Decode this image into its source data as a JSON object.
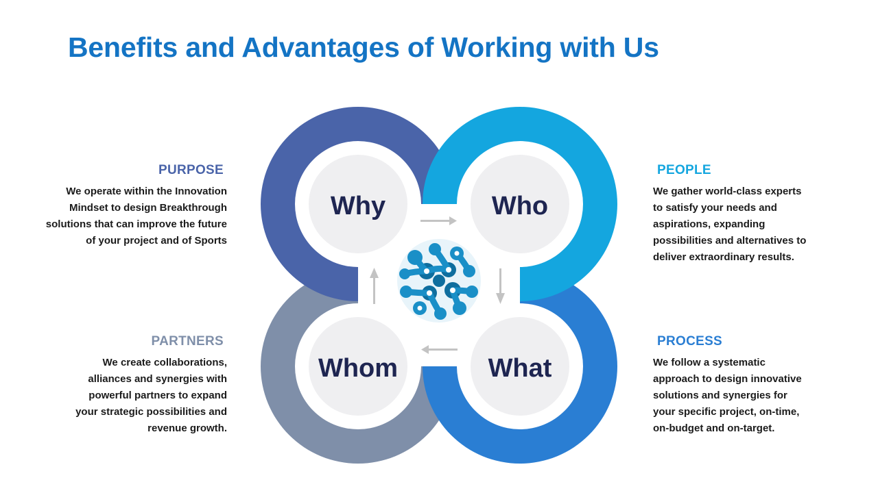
{
  "title": "Benefits and Advantages of Working with Us",
  "colors": {
    "title": "#1474c4",
    "purpose": "#4a64a9",
    "people": "#14a6df",
    "process": "#2a7ed3",
    "partners": "#7f8fa9",
    "inner_circle": "#efeff1",
    "circle_text": "#1e2551",
    "arrow": "#c3c3c3"
  },
  "circles": {
    "why": "Why",
    "who": "Who",
    "whom": "Whom",
    "what": "What"
  },
  "center_icon": "molecule-sphere-logo",
  "blocks": {
    "purpose": {
      "heading": "PURPOSE",
      "lines": [
        "We operate within the Innovation",
        "Mindset to design Breakthrough",
        "solutions that can improve the future",
        "of your project and of Sports"
      ]
    },
    "people": {
      "heading": "PEOPLE",
      "lines": [
        "We gather world-class experts",
        "to satisfy your needs and",
        "aspirations, expanding",
        "possibilities and alternatives to",
        "deliver extraordinary results."
      ]
    },
    "partners": {
      "heading": "PARTNERS",
      "lines": [
        "We create collaborations,",
        "alliances and synergies with",
        "powerful partners to expand",
        "your strategic possibilities and",
        "revenue growth."
      ]
    },
    "process": {
      "heading": "PROCESS",
      "lines": [
        "We follow a systematic",
        "approach to design innovative",
        "solutions and synergies for",
        "your specific project, on-time,",
        "on-budget and on-target."
      ]
    }
  }
}
